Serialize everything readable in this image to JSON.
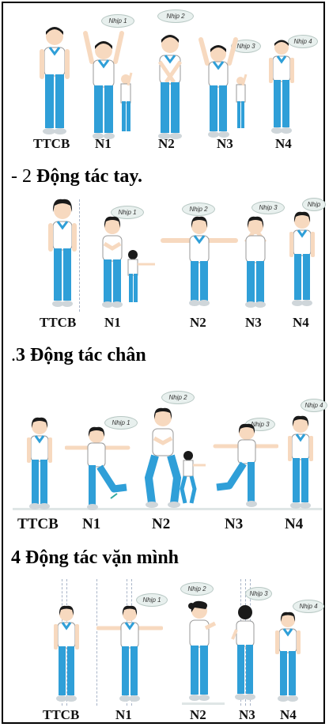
{
  "sections": [
    {
      "heading_prefix": "",
      "heading_bold": "",
      "bubbles": [
        "Nhịp 1",
        "Nhịp 2",
        "Nhịp 3",
        "Nhịp 4"
      ],
      "labels": [
        "TTCB",
        "N1",
        "N2",
        "N3",
        "N4"
      ]
    },
    {
      "heading_prefix": "- 2 ",
      "heading_bold": "Động tác tay.",
      "bubbles": [
        "Nhịp 1",
        "Nhịp 2",
        "Nhịp 3",
        "Nhịp"
      ],
      "labels": [
        "TTCB",
        "N1",
        "N2",
        "N3",
        "N4"
      ]
    },
    {
      "heading_prefix": ".",
      "heading_bold": "3 Động tác chân",
      "bubbles": [
        "Nhịp 1",
        "Nhịp 2",
        "Nhịp 3",
        "Nhịp 4"
      ],
      "labels": [
        "TTCB",
        "N1",
        "N2",
        "N3",
        "N4"
      ]
    },
    {
      "heading_prefix": "",
      "heading_bold": "4 Động tác vặn mình",
      "bubbles": [
        "Nhịp 1",
        "Nhịp 2",
        "Nhịp 3",
        "Nhịp 4"
      ],
      "labels": [
        "TTCB",
        "N1",
        "N2",
        "N3",
        "N4"
      ]
    }
  ],
  "colors": {
    "shirt": "#ffffff",
    "collar": "#2f9fd8",
    "pants": "#2f9fd8",
    "hair": "#1a1a1a",
    "skin": "#f7d9bf",
    "shoe": "#cfd6da",
    "bubble": "#e8f0ee"
  }
}
